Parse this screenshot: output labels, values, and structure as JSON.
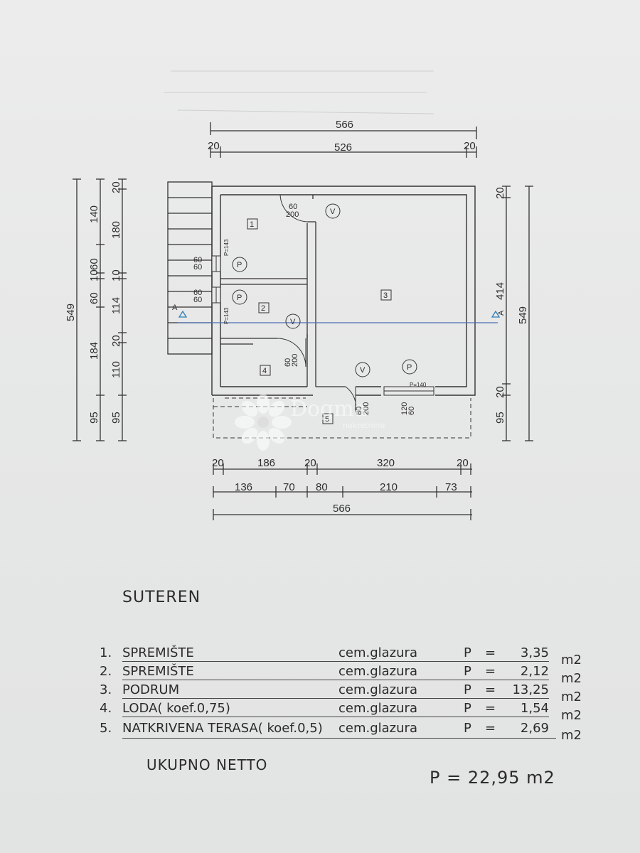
{
  "plan": {
    "top_dims": {
      "overall": "566",
      "left_wall": "20",
      "inner": "526",
      "right_wall": "20"
    },
    "left_dims": {
      "outer": "549",
      "chain_a": [
        "140",
        "60",
        "10",
        "60",
        "184",
        "95"
      ],
      "chain_b": [
        "20",
        "180",
        "10",
        "114",
        "20",
        "110",
        "95"
      ]
    },
    "right_dims": {
      "outer": "549",
      "chain": [
        "20",
        "414",
        "20",
        "95"
      ]
    },
    "bottom_dims": {
      "row1": [
        "20",
        "186",
        "20",
        "320",
        "20"
      ],
      "row2": [
        "136",
        "70",
        "80",
        "210",
        "73"
      ],
      "overall": "566"
    },
    "rooms": [
      "1",
      "2",
      "3",
      "4",
      "5"
    ],
    "openings": {
      "door_top": "60\n200",
      "door_top_w": "60",
      "door_top_h": "200",
      "win1_w": "60",
      "win1_h": "60",
      "win2_w": "60",
      "win2_h": "60",
      "door_mid_w": "60",
      "door_mid_h": "200",
      "door_bottom_w": "80",
      "door_bottom_h": "200",
      "win3_w": "120",
      "win3_h": "60",
      "sill1": "P=143",
      "sill2": "P=143",
      "sill3": "P=140"
    },
    "symbols": {
      "vent": "V",
      "parapet": "P",
      "section_mark": "A"
    }
  },
  "watermark": {
    "brand": "Dogma",
    "sub": "nekretnine"
  },
  "title": "SUTEREN",
  "rooms_table": [
    {
      "num": "1.",
      "name": "SPREMIŠTE",
      "material": "cem.glazura",
      "p": "P",
      "eq": "=",
      "value": "3,35",
      "unit": "m2"
    },
    {
      "num": "2.",
      "name": "SPREMIŠTE",
      "material": "cem.glazura",
      "p": "P",
      "eq": "=",
      "value": "2,12",
      "unit": "m2"
    },
    {
      "num": "3.",
      "name": "PODRUM",
      "material": "cem.glazura",
      "p": "P",
      "eq": "=",
      "value": "13,25",
      "unit": "m2"
    },
    {
      "num": "4.",
      "name": "LODA( koef.0,75)",
      "material": "cem.glazura",
      "p": "P",
      "eq": "=",
      "value": "1,54",
      "unit": "m2"
    },
    {
      "num": "5.",
      "name": "NATKRIVENA TERASA( koef.0,5)",
      "material": "cem.glazura",
      "p": "P",
      "eq": "=",
      "value": "2,69",
      "unit": "m2"
    }
  ],
  "total": {
    "label": "UKUPNO NETTO",
    "value": "P  =  22,95  m2"
  },
  "colors": {
    "ink": "#2b2b2b",
    "section_line": "#4a6fb5",
    "paper": "#e9eaea"
  }
}
